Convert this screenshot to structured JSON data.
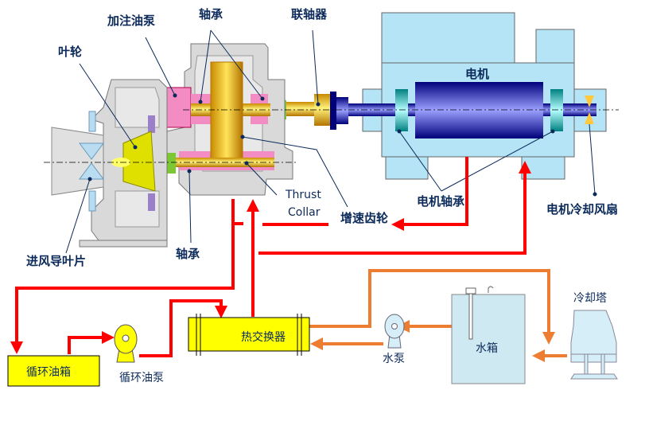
{
  "labels": {
    "fill_oil_pump": "加注油泵",
    "bearing_top": "轴承",
    "coupling": "联轴器",
    "impeller": "叶轮",
    "motor": "电机",
    "thrust_collar_line1": "Thrust",
    "thrust_collar_line2": "Collar",
    "speed_gear": "增速齿轮",
    "motor_bearing": "电机轴承",
    "motor_cooling_fan": "电机冷却风扇",
    "inlet_guide_vane": "进风导叶片",
    "bearing_bottom": "轴承",
    "oil_tank": "循环油箱",
    "oil_pump": "循环油泵",
    "heat_exchanger": "热交换器",
    "water_pump": "水泵",
    "water_tank": "水箱",
    "cooling_tower": "冷却塔"
  },
  "colors": {
    "oil_flow": "#ff0000",
    "water_flow": "#ed7d31",
    "motor_housing": "#b4e4f6",
    "equipment_yellow": "#ffff00",
    "casing_grey": "#d9d9d9"
  }
}
